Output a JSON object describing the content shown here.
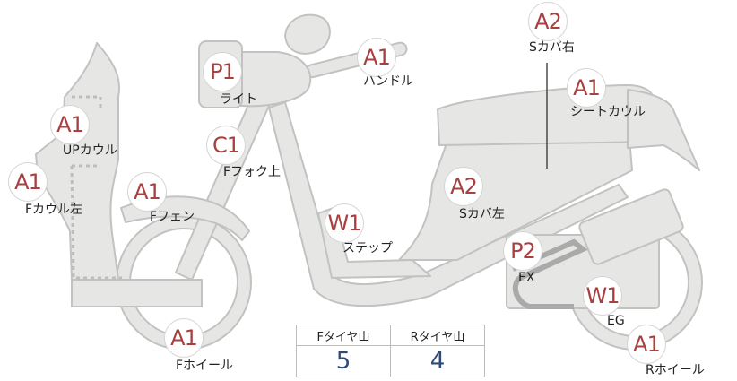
{
  "parts": [
    {
      "id": "handle",
      "code": "A1",
      "name": "ハンドル"
    },
    {
      "id": "light",
      "code": "P1",
      "name": "ライト"
    },
    {
      "id": "up-cowl",
      "code": "A1",
      "name": "UPカウル"
    },
    {
      "id": "f-fork",
      "code": "C1",
      "name": "Fフォク上"
    },
    {
      "id": "f-cowl-left",
      "code": "A1",
      "name": "Fカウル左"
    },
    {
      "id": "f-fender",
      "code": "A1",
      "name": "Fフェン"
    },
    {
      "id": "step",
      "code": "W1",
      "name": "ステップ"
    },
    {
      "id": "s-cover-left",
      "code": "A2",
      "name": "Sカバ左"
    },
    {
      "id": "s-cover-right",
      "code": "A2",
      "name": "Sカバ右"
    },
    {
      "id": "seat-cowl",
      "code": "A1",
      "name": "シートカウル"
    },
    {
      "id": "exhaust",
      "code": "P2",
      "name": "EX"
    },
    {
      "id": "engine",
      "code": "W1",
      "name": "EG"
    },
    {
      "id": "f-wheel",
      "code": "A1",
      "name": "Fホイール"
    },
    {
      "id": "r-wheel",
      "code": "A1",
      "name": "Rホイール"
    }
  ],
  "tire_table": {
    "headers": [
      "Fタイヤ山",
      "Rタイヤ山"
    ],
    "values": [
      "5",
      "4"
    ]
  },
  "colors": {
    "marker_text": "#a84040",
    "value_text": "#2d4a7a",
    "body_fill": "#e6e6e4",
    "outline": "#c2c2c2"
  }
}
